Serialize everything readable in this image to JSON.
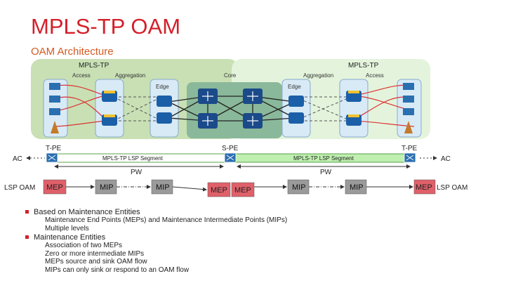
{
  "title": "MPLS-TP OAM",
  "subtitle": "OAM Architecture",
  "regions": {
    "left_label": "MPLS-TP",
    "right_label": "MPLS-TP",
    "access_left": "Access",
    "aggregation_left": "Aggregation",
    "core": "Core",
    "aggregation_right": "Aggregation",
    "access_right": "Access",
    "edge_left": "Edge",
    "edge_right": "Edge"
  },
  "nodes": {
    "tpe_left": "T-PE",
    "spe": "S-PE",
    "tpe_right": "T-PE",
    "ac_left": "AC",
    "ac_right": "AC"
  },
  "segments": {
    "left": "MPLS-TP LSP Segment",
    "right": "MPLS-TP LSP Segment",
    "pw_left": "PW",
    "pw_right": "PW"
  },
  "oam": {
    "lsp_oam_left": "LSP OAM",
    "lsp_oam_right": "LSP OAM",
    "mep": "MEP",
    "mip": "MIP"
  },
  "bullets": [
    {
      "heading": "Based on Maintenance Entities",
      "items": [
        "Maintenance End Points (MEPs) and Maintenance Intermediate Points (MIPs)",
        "Multiple levels"
      ]
    },
    {
      "heading": "Maintenance Entities",
      "items": [
        "Association of two MEPs",
        "Zero or more intermediate MIPs",
        "MEPs source and sink OAM flow",
        "MIPs can only sink or respond to an OAM flow"
      ]
    }
  ],
  "colors": {
    "title": "#d4202a",
    "mep": "#e0606a",
    "mip": "#9a9a9a",
    "left_region": "#c8e0b4",
    "right_region": "#e4f4dc",
    "core_region": "#8ab89a",
    "segment_right": "#bff0b0"
  }
}
